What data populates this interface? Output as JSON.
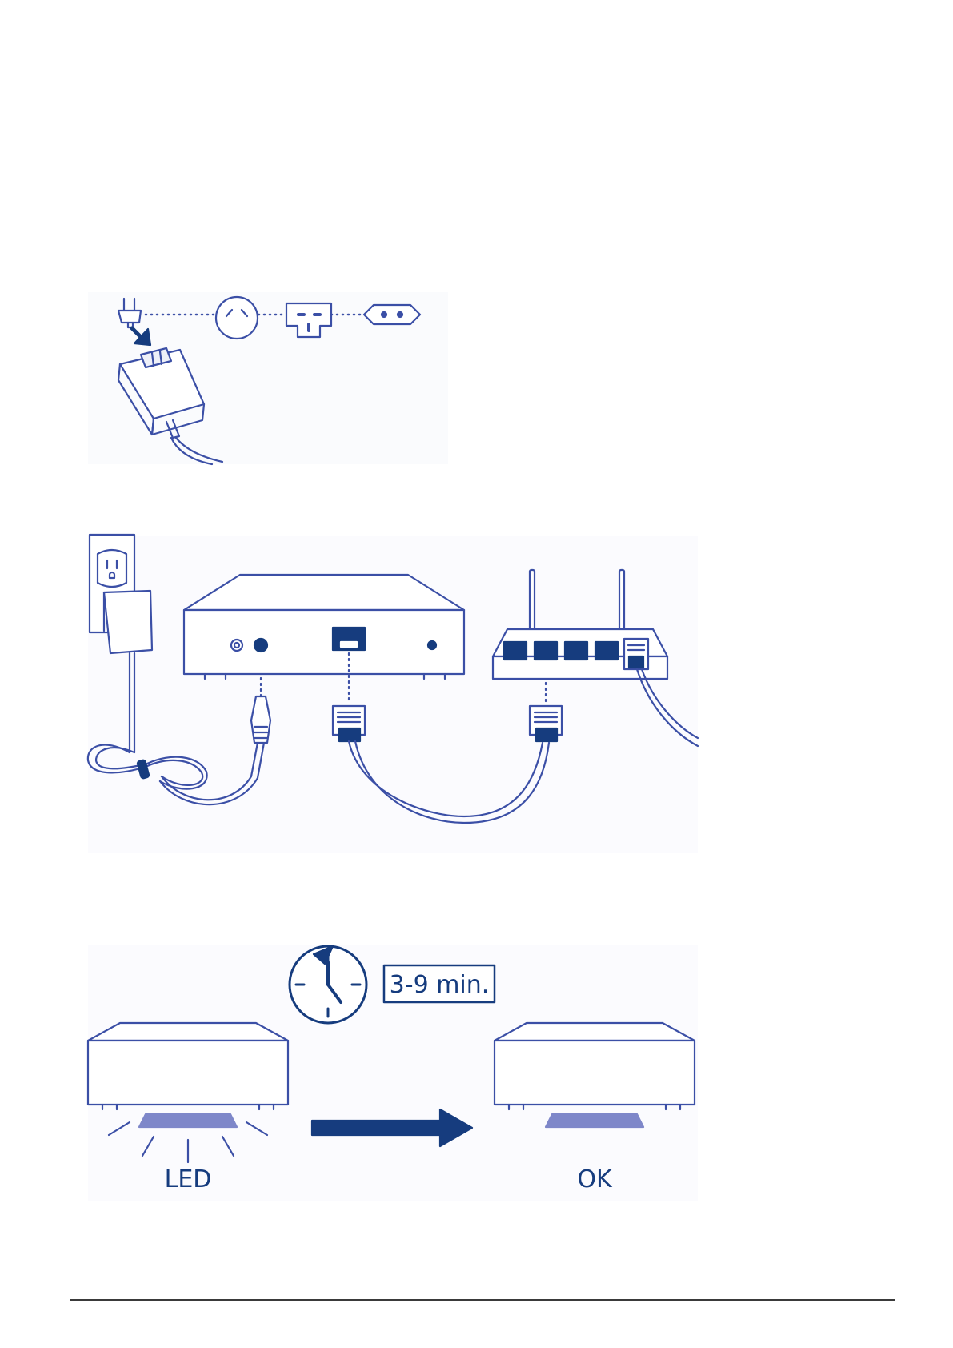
{
  "colors": {
    "line": "#3b4fa6",
    "navy": "#163c7e",
    "led": "#7e87c9",
    "rule": "#3a3a3a"
  },
  "icons": [
    "plug-adapter-icon",
    "power-adapter-icon",
    "wall-outlet-icon",
    "nas-device-icon",
    "router-icon",
    "ethernet-plug-icon",
    "clock-icon",
    "arrow-right-icon"
  ],
  "step3": {
    "duration_label": "3-9 min.",
    "led_label": "LED",
    "ok_label": "OK"
  }
}
